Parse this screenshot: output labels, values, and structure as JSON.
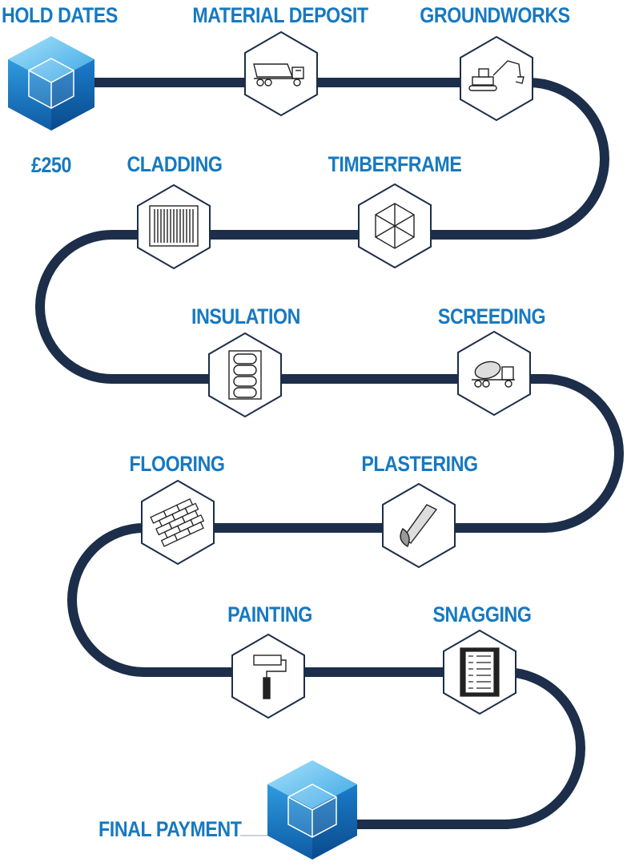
{
  "start": {
    "title": "HOLD DATES",
    "amount": "£250",
    "icon": "cube-icon"
  },
  "end": {
    "title": "FINAL PAYMENT",
    "icon": "cube-icon"
  },
  "steps": [
    {
      "label": "MATERIAL DEPOSIT",
      "icon": "dump-truck-icon"
    },
    {
      "label": "GROUNDWORKS",
      "icon": "excavator-icon"
    },
    {
      "label": "TIMBERFRAME",
      "icon": "timberframe-icon"
    },
    {
      "label": "CLADDING",
      "icon": "cladding-icon"
    },
    {
      "label": "INSULATION",
      "icon": "insulation-icon"
    },
    {
      "label": "SCREEDING",
      "icon": "cement-mixer-icon"
    },
    {
      "label": "PLASTERING",
      "icon": "trowel-icon"
    },
    {
      "label": "FLOORING",
      "icon": "bricks-icon"
    },
    {
      "label": "PAINTING",
      "icon": "paint-roller-icon"
    },
    {
      "label": "SNAGGING",
      "icon": "checklist-icon"
    }
  ],
  "colors": {
    "path": "#1c2e4a",
    "label": "#1679c1",
    "hex_stroke": "#1c2e4a",
    "cube_light": "#6cc6f0",
    "cube_mid": "#2a8fd4",
    "cube_dark": "#0f5ea8"
  }
}
